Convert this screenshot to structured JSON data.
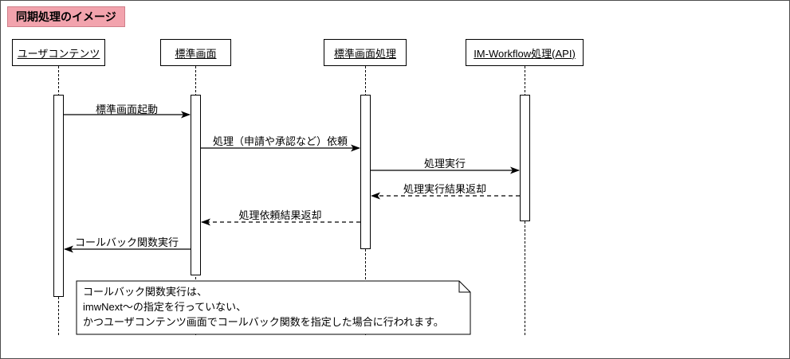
{
  "title": "同期処理のイメージ",
  "lifelines": [
    {
      "label": "ユーザコンテンツ"
    },
    {
      "label": "標準画面"
    },
    {
      "label": "標準画面処理"
    },
    {
      "label": "IM-Workflow処理(API)"
    }
  ],
  "messages": [
    {
      "label": "標準画面起動",
      "from": "ユーザコンテンツ",
      "to": "標準画面",
      "style": "solid"
    },
    {
      "label": "処理（申請や承認など）依頼",
      "from": "標準画面",
      "to": "標準画面処理",
      "style": "solid"
    },
    {
      "label": "処理実行",
      "from": "標準画面処理",
      "to": "IM-Workflow処理(API)",
      "style": "solid"
    },
    {
      "label": "処理実行結果返却",
      "from": "IM-Workflow処理(API)",
      "to": "標準画面処理",
      "style": "dashed"
    },
    {
      "label": "処理依頼結果返却",
      "from": "標準画面処理",
      "to": "標準画面",
      "style": "dashed"
    },
    {
      "label": "コールバック関数実行",
      "from": "標準画面",
      "to": "ユーザコンテンツ",
      "style": "solid"
    }
  ],
  "note": {
    "lines": [
      "コールバック関数実行は、",
      "imwNext〜の指定を行っていない、",
      "かつユーザコンテンツ画面でコールバック関数を指定した場合に行われます。"
    ]
  },
  "colors": {
    "title_bg": "#f2a3ad",
    "title_border": "#cf7f8a",
    "line": "#000000",
    "background": "#ffffff"
  }
}
